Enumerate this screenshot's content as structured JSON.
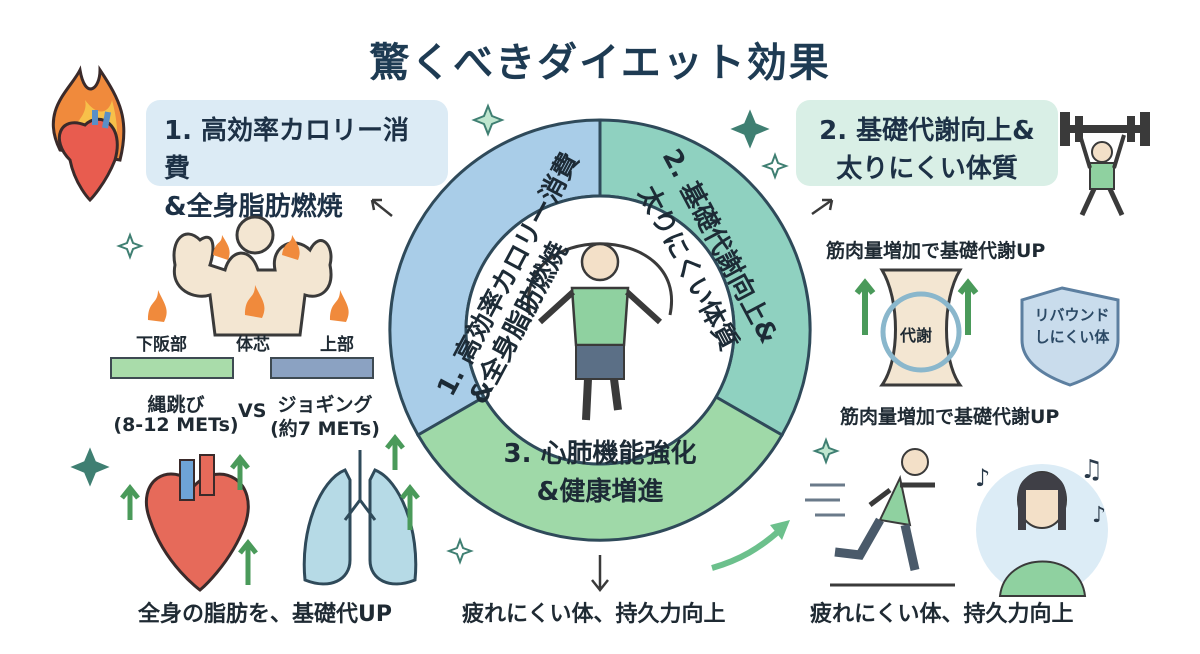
{
  "title": "驚くべきダイエット効果",
  "panel1": {
    "box_line1": "1. 高効率カロリー消費",
    "box_line2": "&全身脂肪燃焼",
    "labels": [
      "下阪部",
      "体芯",
      "上部"
    ],
    "compare_left": "縄跳び",
    "compare_left_sub": "(8-12 METs)",
    "vs": "VS",
    "compare_right": "ジョギング",
    "compare_right_sub": "(約7 METs)",
    "caption": "全身の脂肪を、基礎代UP"
  },
  "panel2": {
    "box_line1": "2. 基礎代謝向上&",
    "box_line2": "太りにくい体質",
    "caption_top": "筋肉量増加で基礎代謝UP",
    "cycle_label": "代謝",
    "shield_line1": "リバウンド",
    "shield_line2": "しにくい体",
    "caption_bottom": "筋肉量増加で基礎代謝UP"
  },
  "panel3": {
    "caption_center": "疲れにくい体、持久力向上",
    "caption_right": "疲れにくい体、持久力向上"
  },
  "ring": {
    "seg1_line1": "1. 高効率カロリー消費",
    "seg1_line2": "&全身脂肪燃焼",
    "seg2_line1": "2. 基礎代謝向上&",
    "seg2_line2": "太りにくい体質",
    "seg3_line1": "3. 心肺機能強化",
    "seg3_line2": "&健康増進"
  },
  "colors": {
    "blue": "#a9cde8",
    "teal": "#8fd1c0",
    "green": "#9fd9a8",
    "title": "#1e3b53",
    "accent_green": "#5cb879"
  }
}
